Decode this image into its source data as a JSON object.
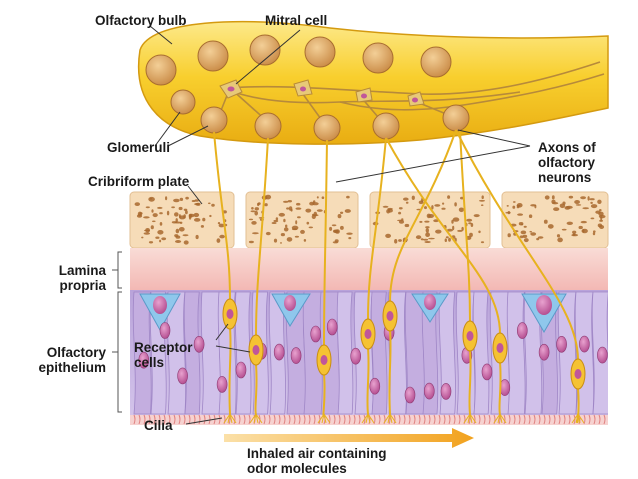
{
  "labels": {
    "olfactory_bulb": "Olfactory bulb",
    "mitral_cell": "Mitral cell",
    "glomeruli": "Glomeruli",
    "cribriform_plate": "Cribriform plate",
    "axons": "Axons of\nolfactory\nneurons",
    "lamina_propria": "Lamina\npropria",
    "olfactory_epithelium": "Olfactory\nepithelium",
    "receptor_cells": "Receptor\ncells",
    "cilia": "Cilia",
    "inhaled_air": "Inhaled air containing\nodor molecules"
  },
  "colors": {
    "bulb_yellow": "#f6c51c",
    "bulb_highlight": "#fde98a",
    "glomerulus": "#d9a261",
    "bone": "#f6dcb8",
    "bone_pore": "#a8692e",
    "lamina_pink": "#f6c8c4",
    "epithelium_purple": "#c9b5e2",
    "nucleus": "#c0569a",
    "support_blue": "#8fc7ec",
    "neuron_yellow": "#f0b41f",
    "cilia_pink": "#ee8c8c",
    "arrow_orange": "#f4a82c"
  }
}
